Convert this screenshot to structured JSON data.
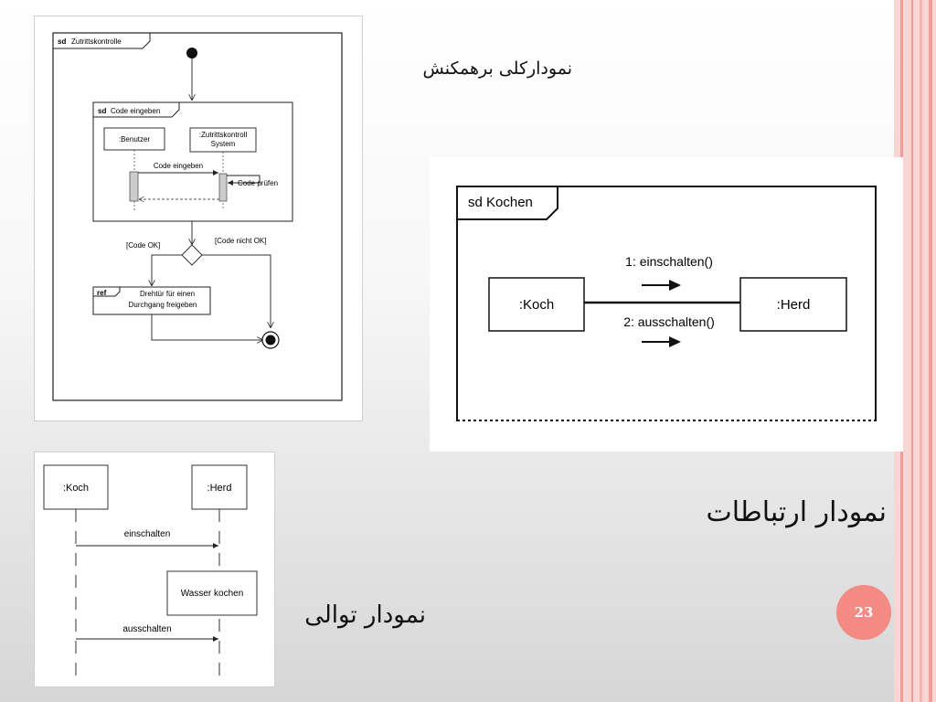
{
  "captions": {
    "interaction_overview": "نمودارکلی برهمکنش",
    "communication": "نمودار ارتباطات",
    "sequence": "نمودار توالی"
  },
  "page_number": "23",
  "interaction_overview_diagram": {
    "frame_label_kw": "sd",
    "frame_label": "Zutrittskontrolle",
    "inner_frame_kw": "sd",
    "inner_frame_label": "Code eingeben",
    "lifeline_benutzer": ":Benutzer",
    "lifeline_system_line1": ":Zutrittskontroll",
    "lifeline_system_line2": "System",
    "message_code_eingeben": "Code eingeben",
    "message_code_pruefen": "Code prüfen",
    "guard_ok": "[Code OK]",
    "guard_not_ok": "[Code nicht OK]",
    "ref_kw": "ref",
    "ref_line1": "Drehtür für einen",
    "ref_line2": "Durchgang freigeben"
  },
  "communication_diagram": {
    "frame_label": "sd Kochen",
    "object_koch": ":Koch",
    "object_herd": ":Herd",
    "message_1": "1: einschalten()",
    "message_2": "2: ausschalten()"
  },
  "sequence_diagram": {
    "lifeline_koch": ":Koch",
    "lifeline_herd": ":Herd",
    "message_einschalten": "einschalten",
    "activity_box": "Wasser kochen",
    "message_ausschalten": "ausschalten"
  }
}
